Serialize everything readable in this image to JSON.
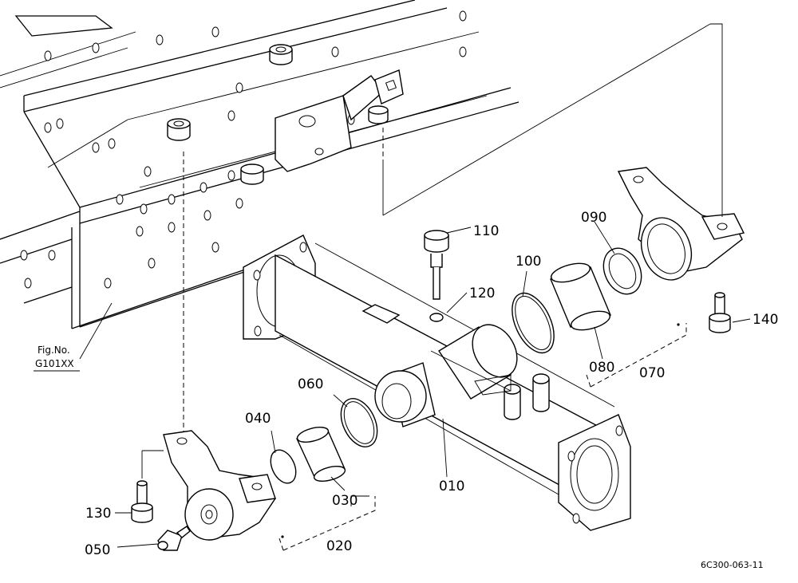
{
  "diagram": {
    "reference_code": "6C300-063-11",
    "figure_reference": {
      "line1": "Fig.No.",
      "line2": "G101XX"
    },
    "part_labels": {
      "p010": "010",
      "p020": "020",
      "p030": "030",
      "p040": "040",
      "p050": "050",
      "p060": "060",
      "p070": "070",
      "p080": "080",
      "p090": "090",
      "p100": "100",
      "p110": "110",
      "p120": "120",
      "p130": "130",
      "p140": "140"
    }
  }
}
